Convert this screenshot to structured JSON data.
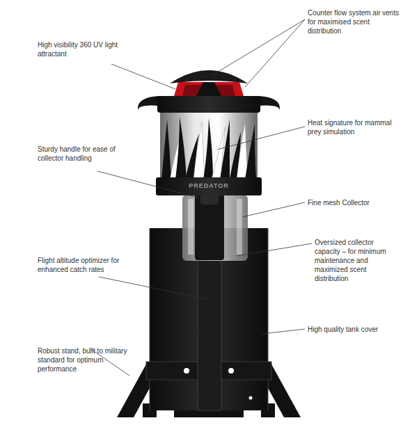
{
  "diagram": {
    "labels": [
      "High visibility 360 UV light attractant",
      "Counter flow system air vents for maximised scent distribution",
      "Heat signature for mammal prey simulation",
      "Sturdy handle for ease of collector handling",
      "Fine mesh Collector",
      "Oversized collector capacity – for minimum maintenance and maximized scent distribution",
      "Flight altitude optimizer for enhanced catch rates",
      "High quality tank cover",
      "Robust stand, built to military standard for optimum performance",
      "PREDATOR"
    ]
  }
}
